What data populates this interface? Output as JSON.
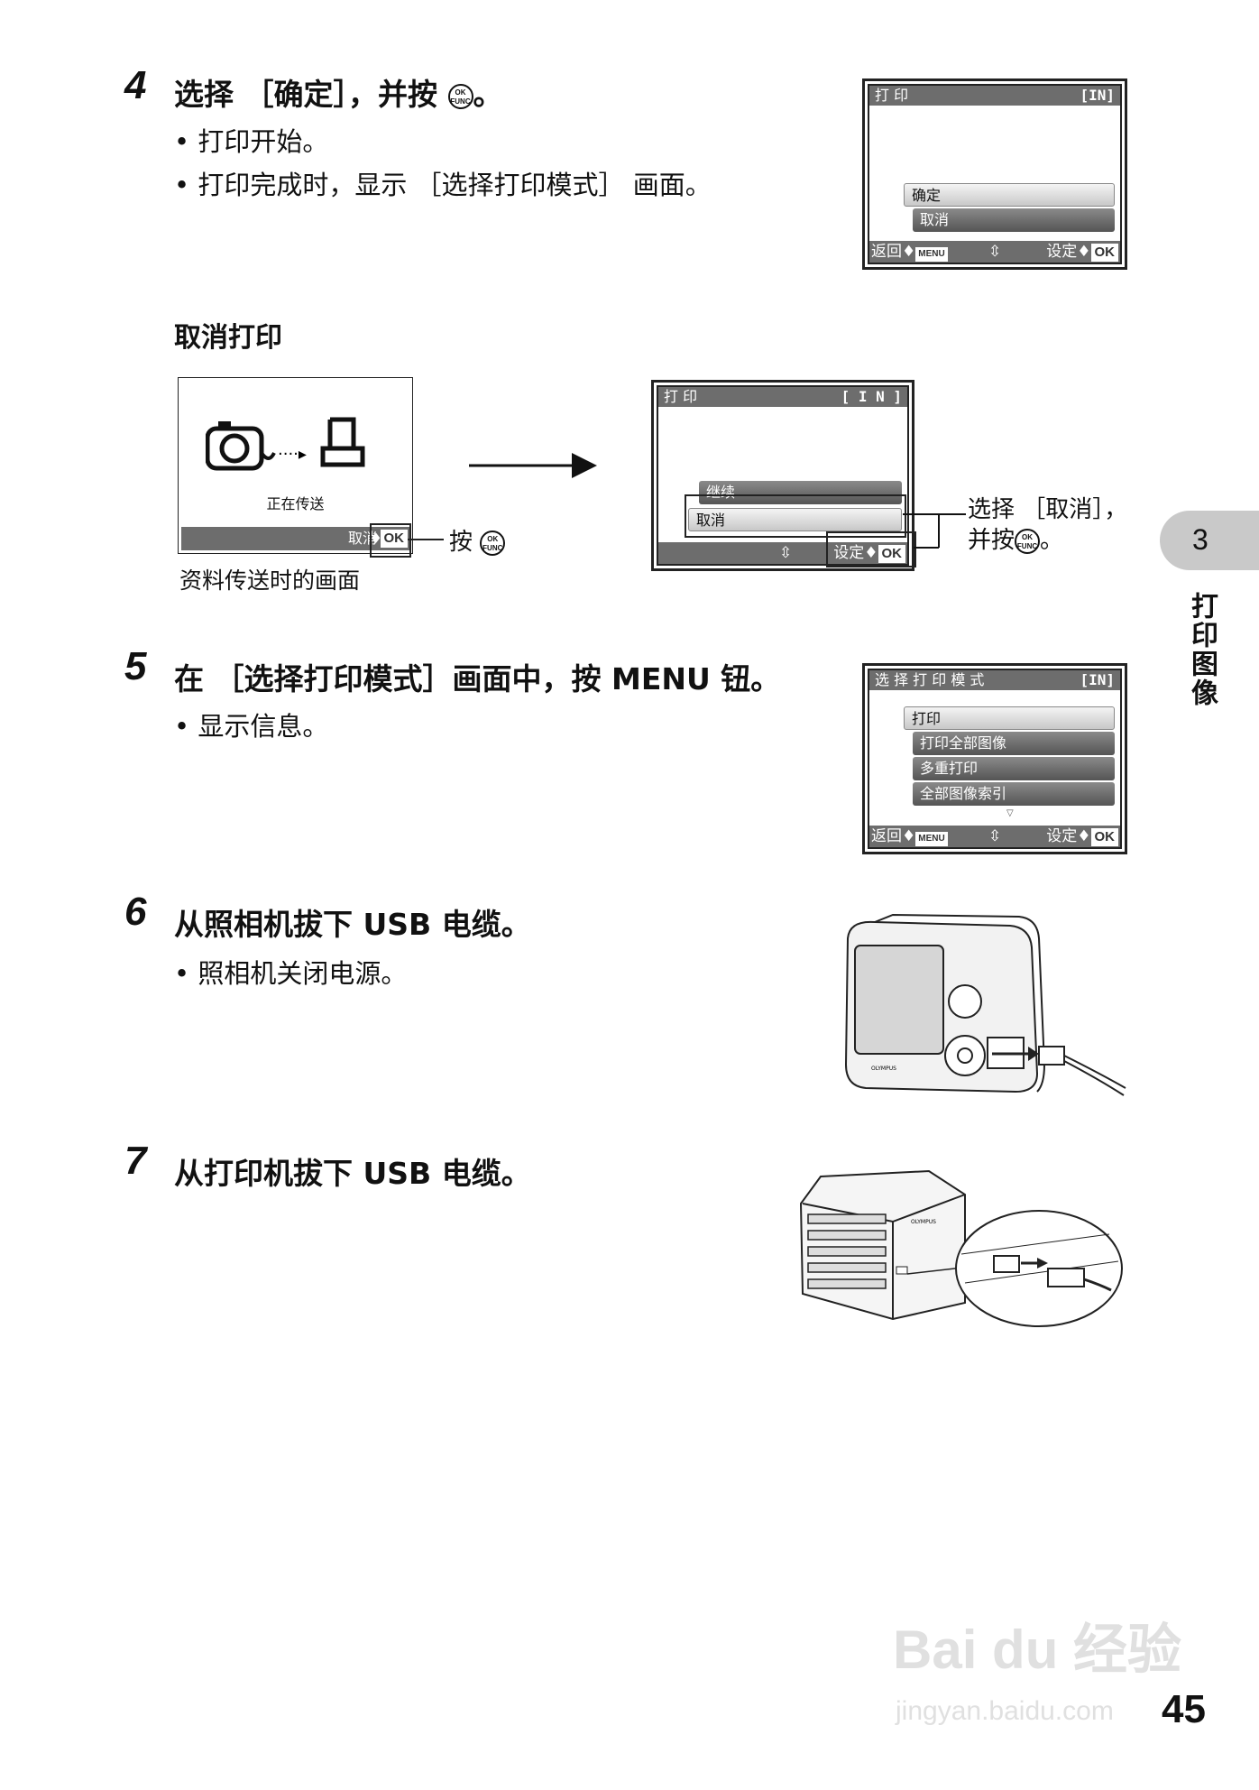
{
  "steps": {
    "s4": {
      "num": "4",
      "title": "选择 ［确定］，并按",
      "title_end": "。",
      "bullets": [
        "• 打印开始。",
        "• 打印完成时，显示 ［选择打印模式］ 画面。"
      ]
    },
    "s5": {
      "num": "5",
      "title": "在 ［选择打印模式］画面中，按 MENU 钮。",
      "bullets": [
        "• 显示信息。"
      ]
    },
    "s6": {
      "num": "6",
      "title": "从照相机拔下 USB 电缆。",
      "bullets": [
        "• 照相机关闭电源。"
      ]
    },
    "s7": {
      "num": "7",
      "title": "从打印机拔下 USB 电缆。"
    }
  },
  "func_icon": {
    "top": "OK",
    "bottom": "FUNC"
  },
  "cancel_section": {
    "heading": "取消打印",
    "transfer_screen": {
      "status": "正在传送",
      "cancel": "取消",
      "ok": "OK",
      "caption": "资料传送时的画面"
    },
    "press_label": "按",
    "callout_line1": "选择 ［取消］，",
    "callout_line2": "并按",
    "callout_end": "。"
  },
  "lcd1": {
    "title": "打 印",
    "badge": "[IN]",
    "items": [
      "确定",
      "取消"
    ],
    "back": "返回",
    "menu": "MENU",
    "set": "设定",
    "ok": "OK"
  },
  "lcd2": {
    "title": "打 印",
    "badge": "[ I N ]",
    "items": [
      "继续",
      "取消"
    ],
    "set": "设定",
    "ok": "OK"
  },
  "lcd3": {
    "title": "选 择 打 印 模 式",
    "badge": "[IN]",
    "items": [
      "打印",
      "打印全部图像",
      "多重打印",
      "全部图像索引"
    ],
    "back": "返回",
    "menu": "MENU",
    "set": "设定",
    "ok": "OK"
  },
  "side_tab": {
    "chapter": "3",
    "label": "打印图像"
  },
  "watermark": {
    "brand": "Bai du 经验",
    "url": "jingyan.baidu.com"
  },
  "page_number": "45",
  "illustrations": {
    "camera_brand": "OLYMPUS",
    "printer_brand": "OLYMPUS"
  }
}
